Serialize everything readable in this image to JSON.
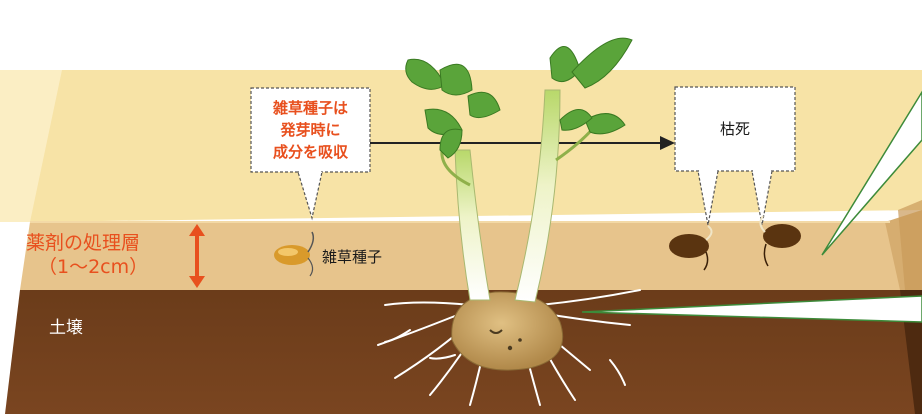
{
  "labels": {
    "treatment_layer_line1": "薬剤の処理層",
    "treatment_layer_line2": "（1〜2cm）",
    "soil": "土壌",
    "weed_seed": "雑草種子",
    "callout_absorb_line1": "雑草種子は",
    "callout_absorb_line2": "発芽時に",
    "callout_absorb_line3": "成分を吸収",
    "callout_dead": "枯死"
  },
  "colors": {
    "surface_top": "#f7e3a6",
    "treatment_layer": "#e7c48c",
    "soil": "#6b3c1a",
    "soil_dark": "#4e2a10",
    "accent_orange": "#e8501e",
    "callout_red": "#e8501e",
    "leaf_green": "#5aa43a",
    "stem_light": "#eef3c8",
    "tuber": "#c8a368",
    "dead_seed": "#5a3410",
    "line_green": "#3d8b3a"
  }
}
